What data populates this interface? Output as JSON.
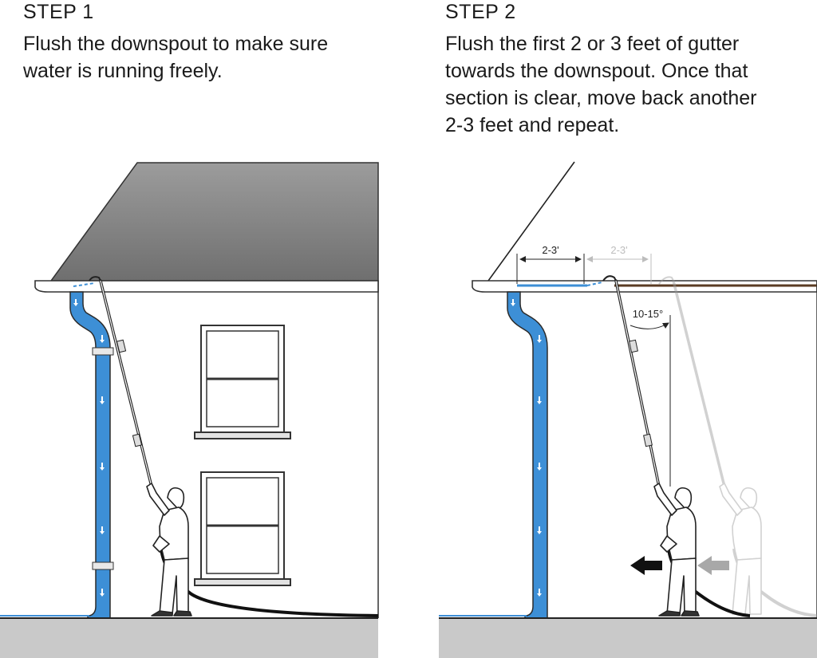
{
  "step1": {
    "title": "STEP 1",
    "lines": [
      "Flush the downspout to make sure",
      "water is running freely."
    ]
  },
  "step2": {
    "title": "STEP 2",
    "lines": [
      "Flush the first 2 or 3 feet of gutter",
      "towards the downspout.  Once that",
      "section is clear, move back another",
      "2-3 feet and repeat."
    ]
  },
  "annotations": {
    "dim_first": "2-3'",
    "dim_second": "2-3'",
    "angle": "10-15°"
  },
  "colors": {
    "water": "#3d8fd6",
    "roof": "#7f7f7f",
    "ground": "#c9c9c9",
    "ghost": "#bdbdbd"
  },
  "icons": [
    "flow-arrow-icon",
    "move-left-arrow-icon"
  ]
}
